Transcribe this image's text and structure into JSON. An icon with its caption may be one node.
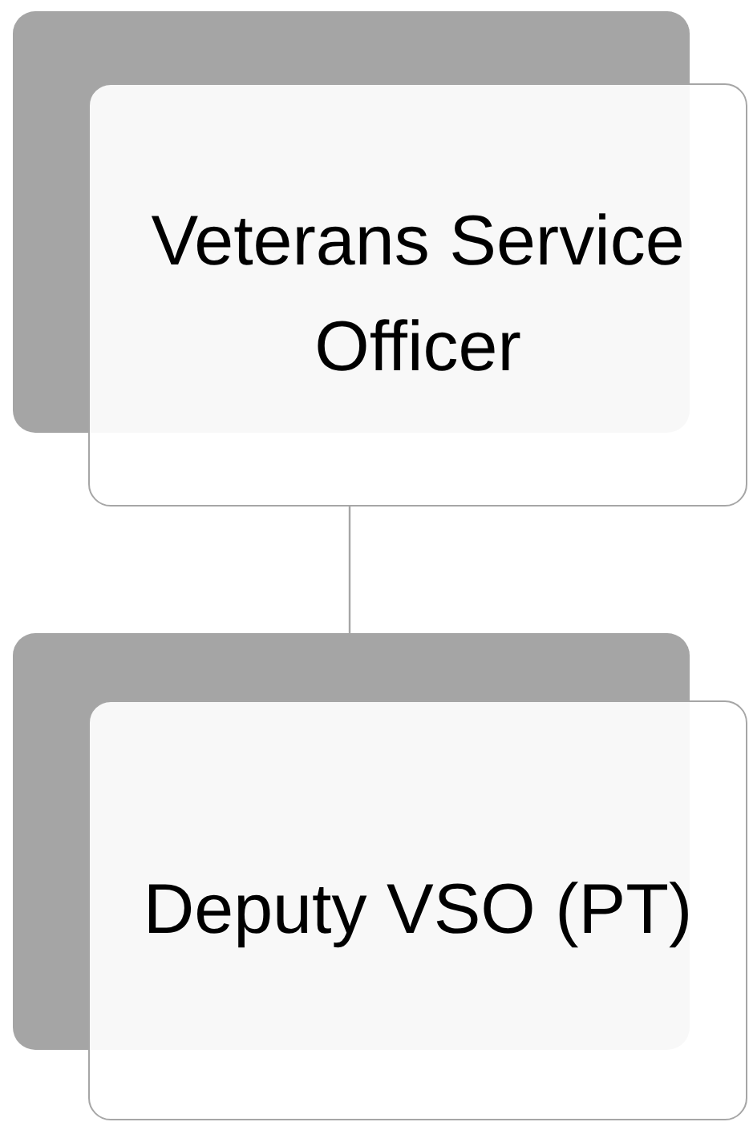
{
  "diagram": {
    "nodes": [
      {
        "text": [
          "Veterans Service Officer"
        ]
      },
      {
        "text": [
          "Deputy VSO (PT)"
        ]
      }
    ],
    "edges": [
      {
        "from": 0,
        "to": 1,
        "arrow": "none"
      }
    ]
  }
}
